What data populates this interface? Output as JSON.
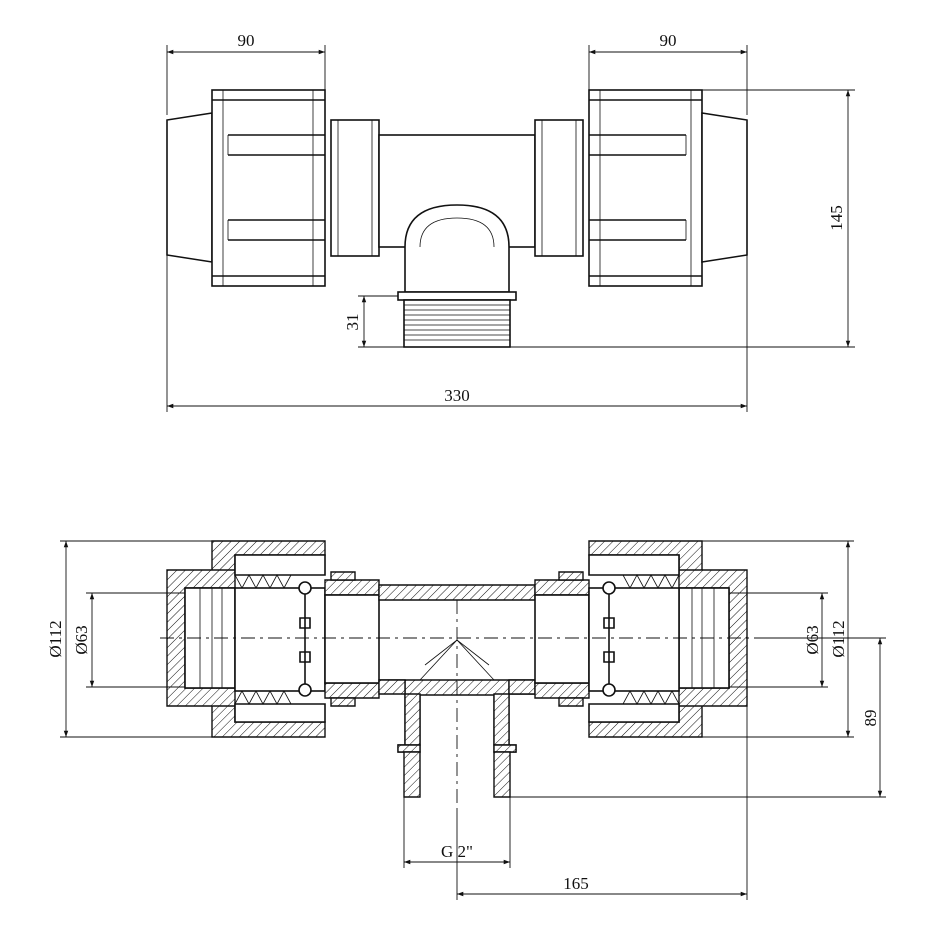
{
  "dimensions": {
    "top_left_width": "90",
    "top_right_width": "90",
    "height": "145",
    "thread_length": "31",
    "total_length": "330",
    "outer_diameter_left": "Ø112",
    "inner_diameter_left": "Ø63",
    "inner_diameter_right": "Ø63",
    "outer_diameter_right": "Ø112",
    "branch_height": "89",
    "thread_size": "G 2\"",
    "half_length": "165"
  }
}
